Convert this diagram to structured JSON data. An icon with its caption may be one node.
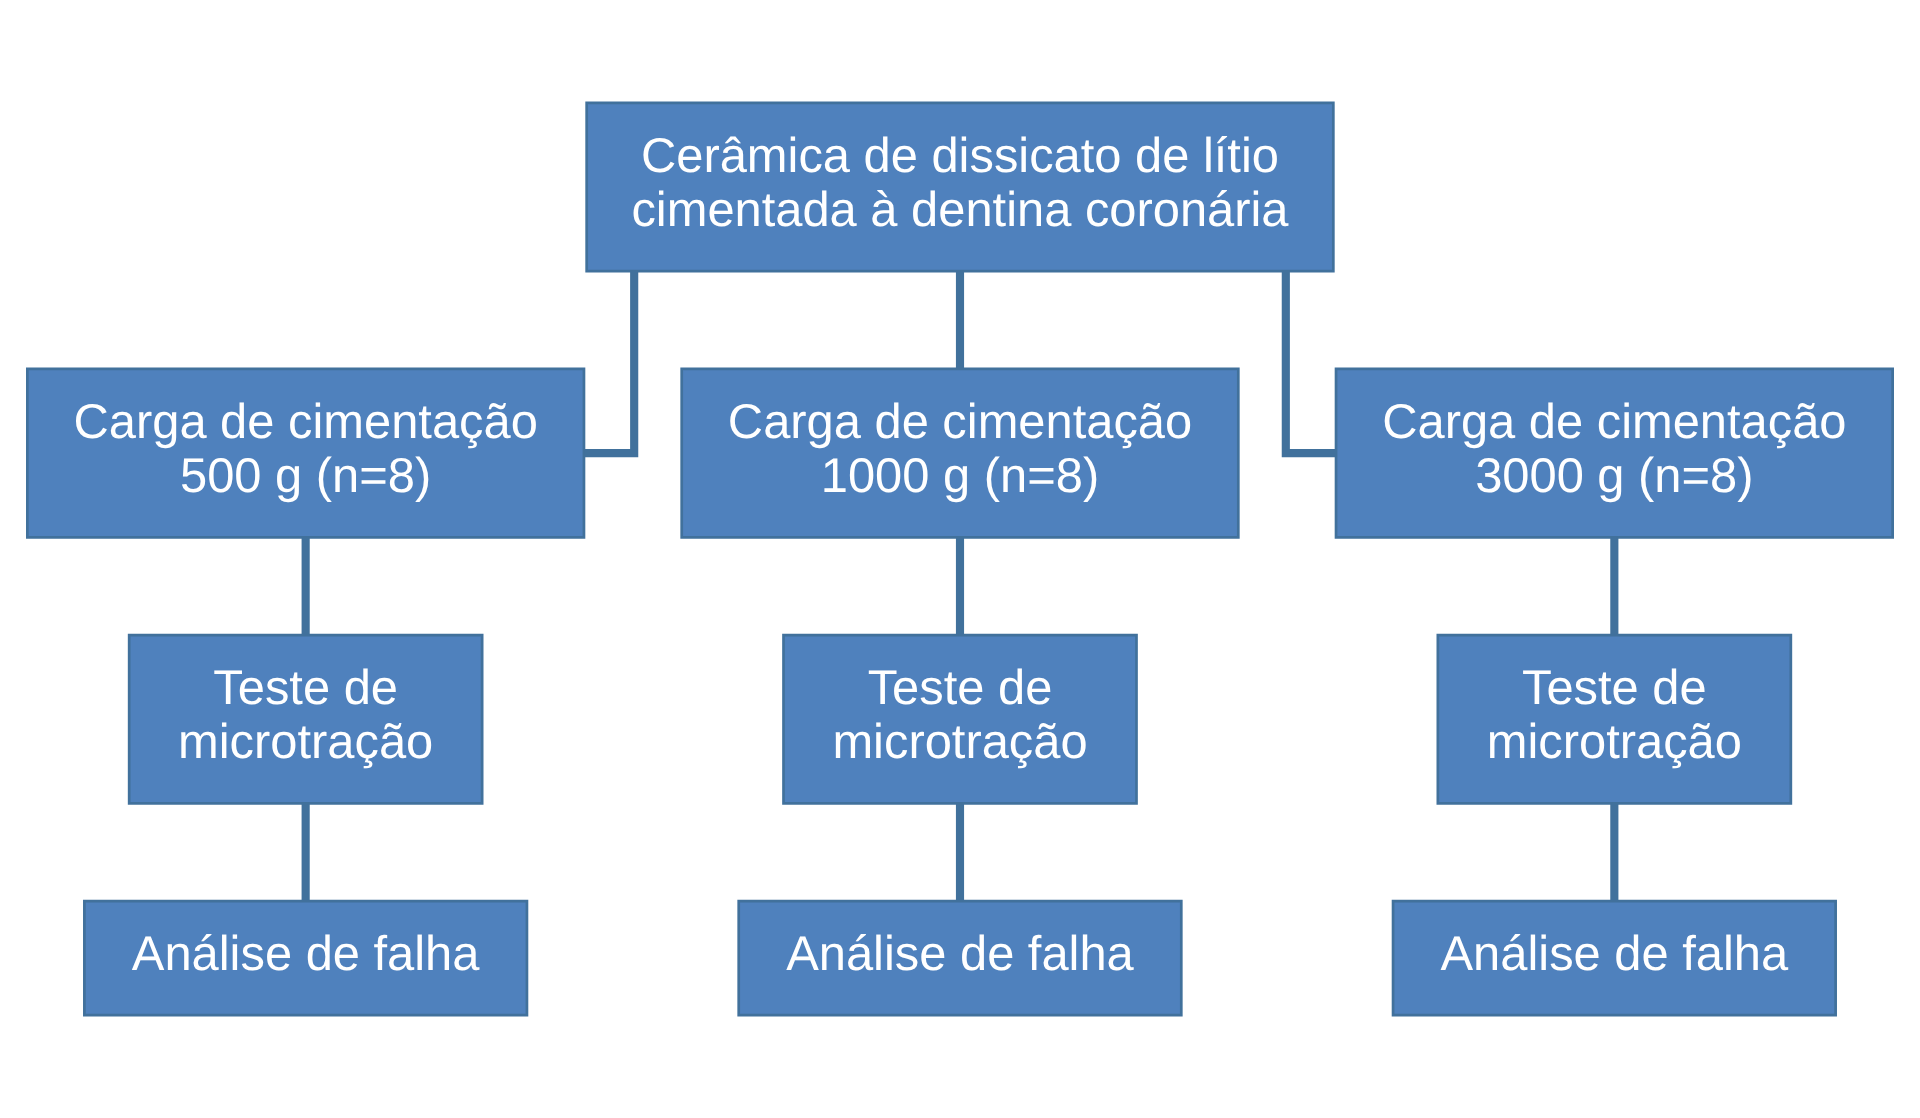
{
  "diagram": {
    "nodes": [
      {
        "text": [
          "Cerâmica de dissicato de lítio cimentada à dentina coronária"
        ]
      },
      {
        "text": [
          "Carga de cimentação",
          "500 g (n=8)"
        ]
      },
      {
        "text": [
          "Carga de cimentação",
          "1000 g (n=8)"
        ]
      },
      {
        "text": [
          "Carga de cimentação",
          "3000 g (n=8)"
        ]
      },
      {
        "text": [
          "Teste de microtração"
        ]
      },
      {
        "text": [
          "Teste de microtração"
        ]
      },
      {
        "text": [
          "Teste de microtração"
        ]
      },
      {
        "text": [
          "Análise de falha"
        ]
      },
      {
        "text": [
          "Análise de falha"
        ]
      },
      {
        "text": [
          "Análise de falha"
        ]
      }
    ],
    "edges": [
      {
        "from": 0,
        "to": 1,
        "arrow": "none"
      },
      {
        "from": 0,
        "to": 2,
        "arrow": "none"
      },
      {
        "from": 0,
        "to": 3,
        "arrow": "none"
      },
      {
        "from": 1,
        "to": 4,
        "arrow": "none"
      },
      {
        "from": 2,
        "to": 5,
        "arrow": "none"
      },
      {
        "from": 3,
        "to": 6,
        "arrow": "none"
      },
      {
        "from": 4,
        "to": 7,
        "arrow": "none"
      },
      {
        "from": 5,
        "to": 8,
        "arrow": "none"
      },
      {
        "from": 6,
        "to": 9,
        "arrow": "none"
      }
    ]
  }
}
